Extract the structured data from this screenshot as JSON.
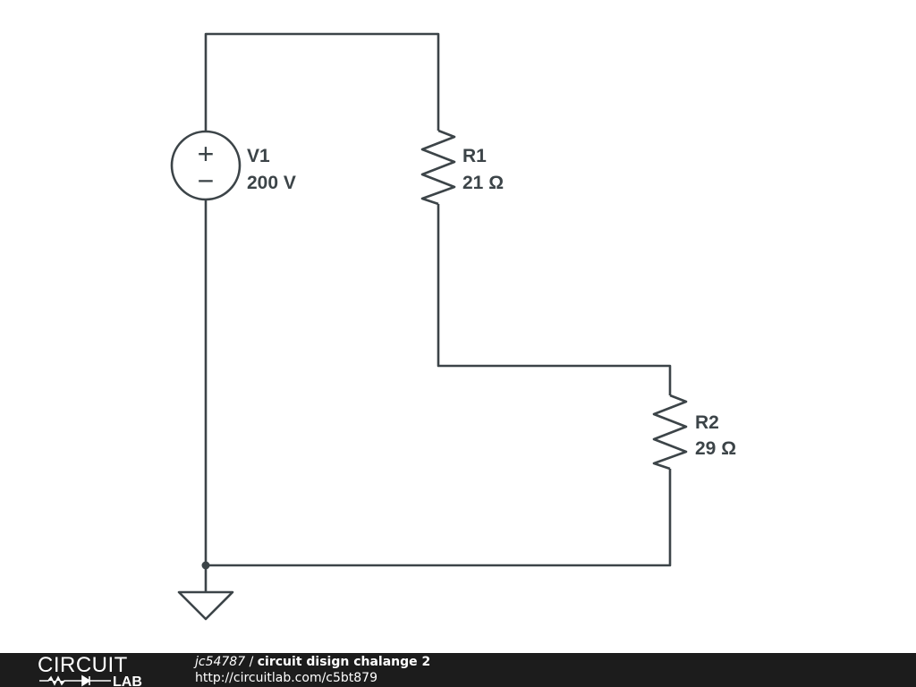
{
  "schematic": {
    "components": {
      "V1": {
        "name": "V1",
        "value": "200 V",
        "plus": "+",
        "minus": "−"
      },
      "R1": {
        "name": "R1",
        "value": "21 Ω"
      },
      "R2": {
        "name": "R2",
        "value": "29 Ω"
      }
    },
    "colors": {
      "wire": "#3c4448",
      "background": "#ffffff"
    }
  },
  "footer": {
    "logo_top": "CIRCUIT",
    "logo_bottom": "LAB",
    "user": "jc54787",
    "separator": " / ",
    "title": "circuit disign chalange 2",
    "url": "http://circuitlab.com/c5bt879",
    "background": "#1c1c1c"
  }
}
